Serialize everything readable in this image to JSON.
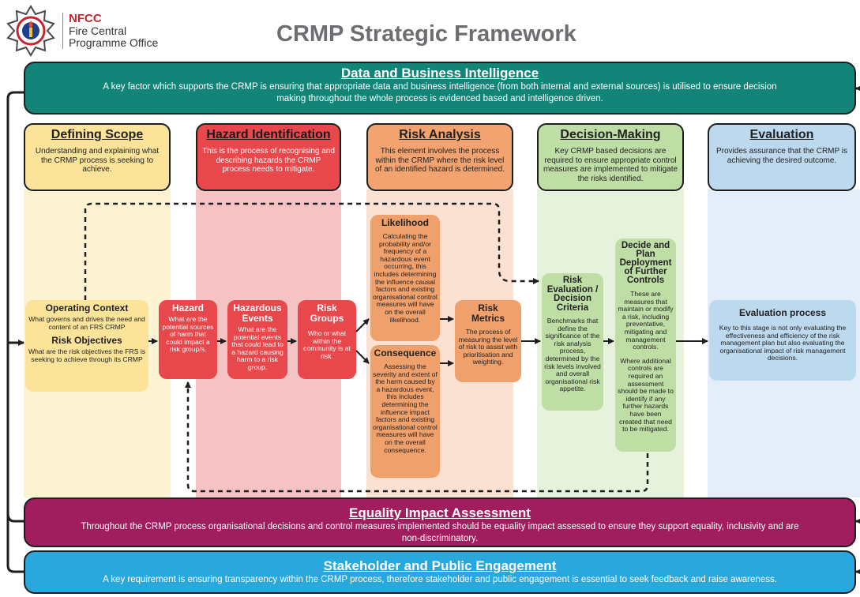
{
  "header": {
    "org_abbr": "NFCC",
    "org_line1": "Fire Central",
    "org_line2": "Programme Office",
    "title": "CRMP Strategic Framework"
  },
  "data_bi": {
    "title": "Data and Business Intelligence",
    "text": "A key factor which supports the CRMP is ensuring that appropriate data and business intelligence (from both internal and external sources) is utilised to ensure decision making throughout the whole process is evidenced based and intelligence driven."
  },
  "stages": [
    {
      "title": "Defining Scope",
      "text": "Understanding and explaining what the CRMP process is seeking to achieve."
    },
    {
      "title": "Hazard Identification",
      "text": "This is the process of recognising and describing hazards the CRMP process needs to mitigate."
    },
    {
      "title": "Risk Analysis",
      "text": "This element involves the process within the CRMP where the risk level of an identified hazard is determined."
    },
    {
      "title": "Decision-Making",
      "text": "Key CRMP based decisions are required to ensure appropriate control measures are implemented to mitigate the risks identified."
    },
    {
      "title": "Evaluation",
      "text": "Provides assurance that the CRMP is achieving the desired outcome."
    }
  ],
  "operating": {
    "title1": "Operating Context",
    "text1": "What governs and drives the need and content of an FRS CRMP",
    "title2": "Risk Objectives",
    "text2": "What are the risk objectives the FRS is seeking to achieve through its CRMP"
  },
  "hazard": {
    "title": "Hazard",
    "text": "What are the potential sources of harm that could impact a risk group/s."
  },
  "events": {
    "title": "Hazardous Events",
    "text": "What are the potential events that could lead to a hazard causing harm to a risk group."
  },
  "groups": {
    "title": "Risk Groups",
    "text": "Who or what within the community is at risk."
  },
  "likelihood": {
    "title": "Likelihood",
    "text": "Calculating the probability and/or frequency of a hazardous event occurring, this includes determining the influence causal factors and existing organisational control measures will have on the overall likelihood."
  },
  "consequence": {
    "title": "Consequence",
    "text": "Assessing the severity and extent of the harm caused by a hazardous event, this includes determining the influence impact factors and existing organisational control measures will have on the overall consequence."
  },
  "metrics": {
    "title": "Risk Metrics",
    "text": "The process of measuring the level of risk to assist with prioritisation and weighting."
  },
  "risk_eval": {
    "title": "Risk Evaluation / Decision Criteria",
    "text": "Benchmarks that define the significance of the risk analysis process, determined by the risk levels involved and overall organisational risk appetite."
  },
  "decide": {
    "title": "Decide and Plan Deployment of Further Controls",
    "text1": "These are measures that maintain or modify a risk, including preventative, mitigating and management controls.",
    "text2": "Where additional controls are required an assessment should be made to identify if any further hazards have been created that need to be mitigated."
  },
  "eval_process": {
    "title": "Evaluation process",
    "text": "Key to this stage is not only evaluating the effectiveness and efficiency of the risk management plan but also evaluating the organisational impact of risk management decisions."
  },
  "equality": {
    "title": "Equality Impact Assessment",
    "text": "Throughout the CRMP process organisational decisions and control measures implemented should be equality impact assessed to ensure they support equality, inclusivity and are non-discriminatory."
  },
  "stakeholder": {
    "title": "Stakeholder and Public Engagement",
    "text": "A key requirement is ensuring transparency within the CRMP process, therefore stakeholder and public engagement is essential to seek feedback and raise awareness."
  },
  "colors": {
    "teal": "#138478",
    "maroon": "#a11e5e",
    "cyan": "#29a8de",
    "red": "#e8474c",
    "orange": "#f2a36f",
    "green": "#bfdea6",
    "yellow": "#fbe39a",
    "blue": "#bcd9ee"
  }
}
